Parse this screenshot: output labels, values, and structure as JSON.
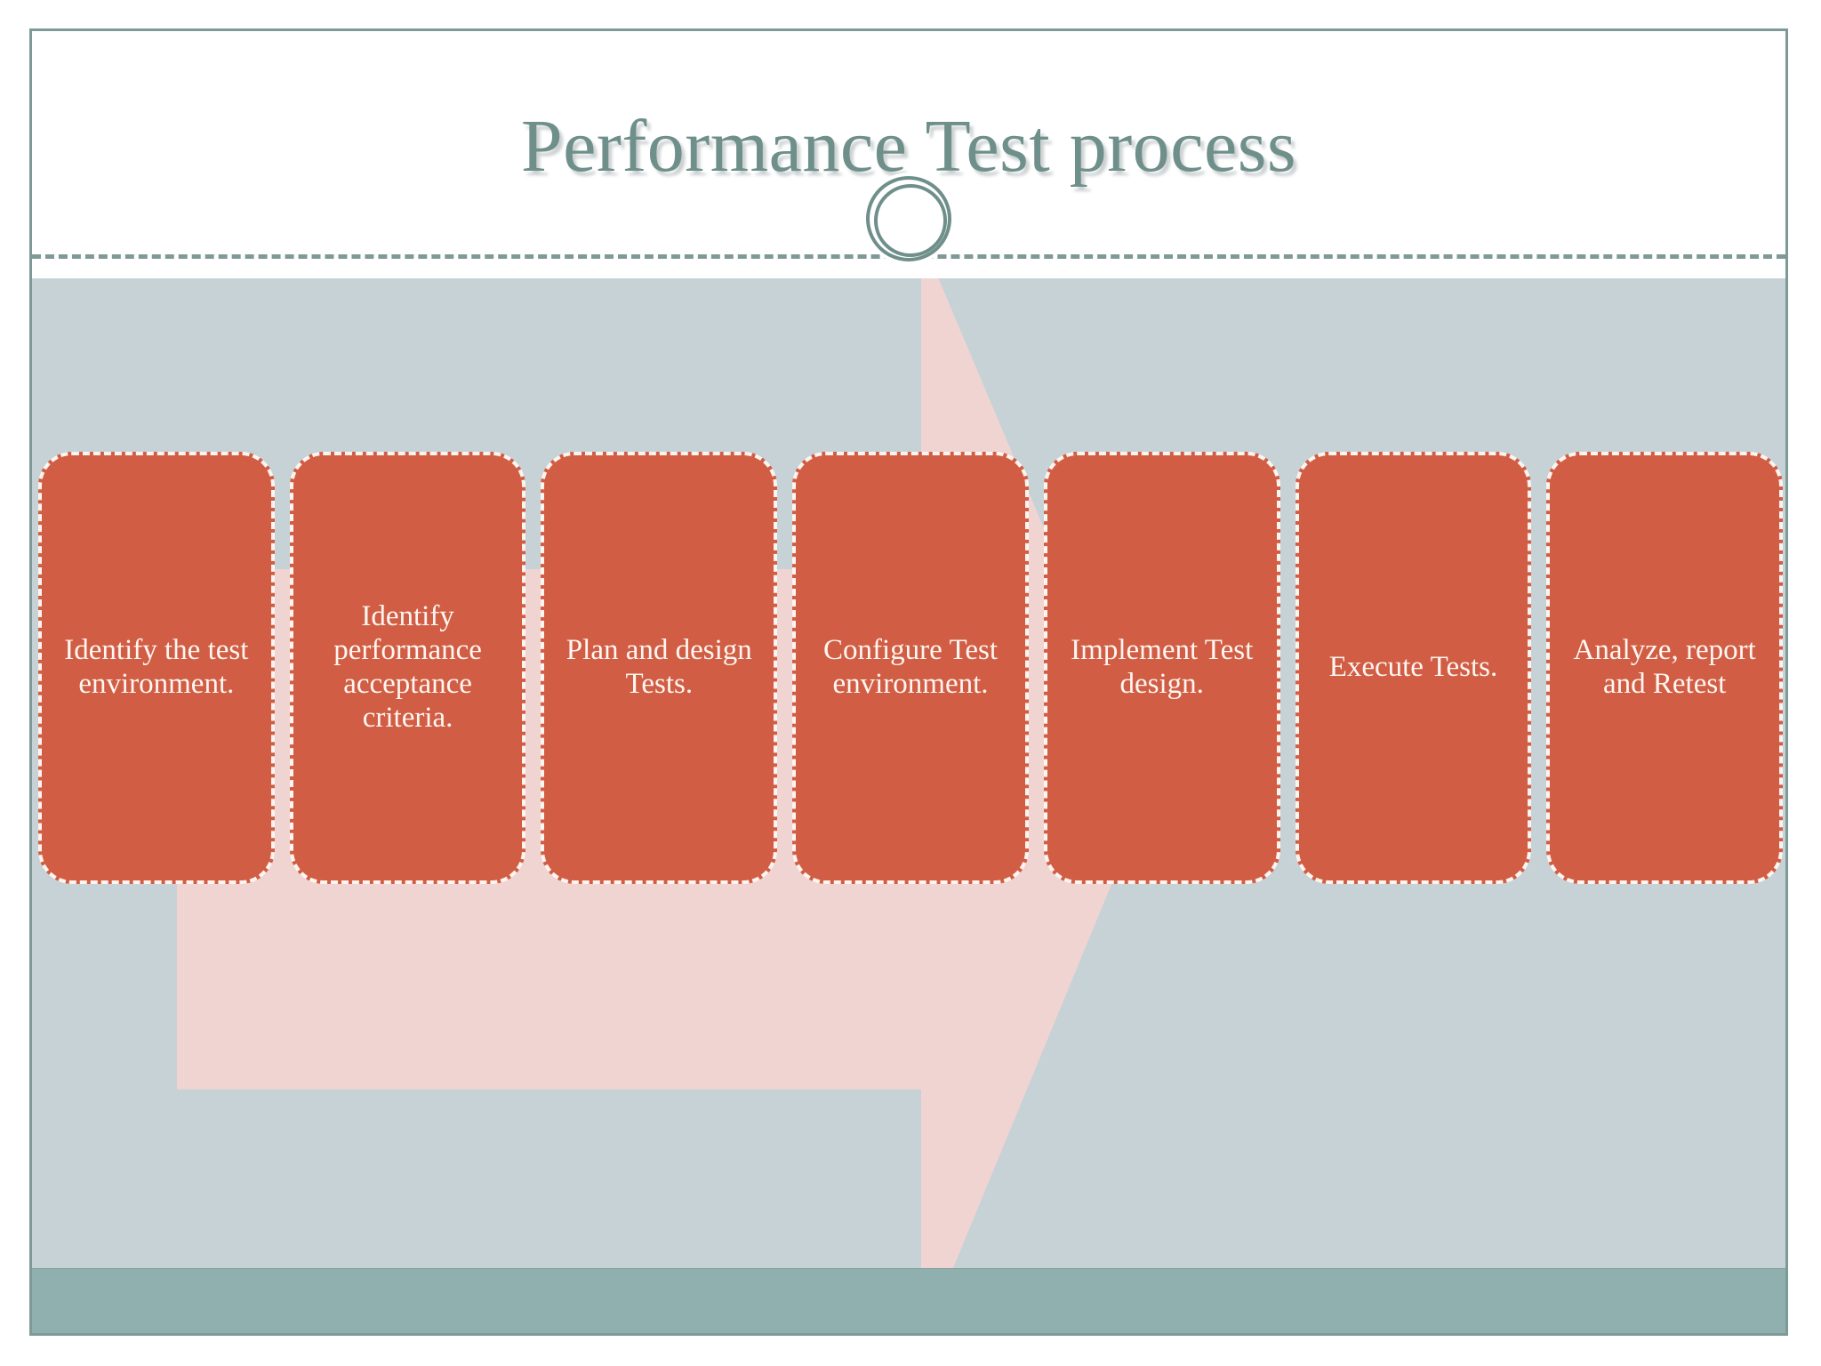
{
  "slide": {
    "title": "Performance Test process",
    "colors": {
      "title_text": "#6f8f8a",
      "body_background": "#c6d2d6",
      "footer_bar": "#8fb0ae",
      "arrow_fill": "#f0d4d2",
      "step_fill": "#d15e44",
      "step_border": "#fdf4ef",
      "step_text": "#fdf6f2",
      "divider": "#7e9a96"
    }
  },
  "medallion": {
    "icon": "double-ring-circle-icon"
  },
  "arrow": {
    "icon": "right-arrow-shape",
    "direction": "right"
  },
  "process": {
    "steps": [
      {
        "index": 1,
        "label": "Identify the test environment."
      },
      {
        "index": 2,
        "label": "Identify performance acceptance criteria."
      },
      {
        "index": 3,
        "label": "Plan and design Tests."
      },
      {
        "index": 4,
        "label": "Configure Test environment."
      },
      {
        "index": 5,
        "label": "Implement Test design."
      },
      {
        "index": 6,
        "label": "Execute Tests."
      },
      {
        "index": 7,
        "label": "Analyze, report and Retest"
      }
    ]
  }
}
